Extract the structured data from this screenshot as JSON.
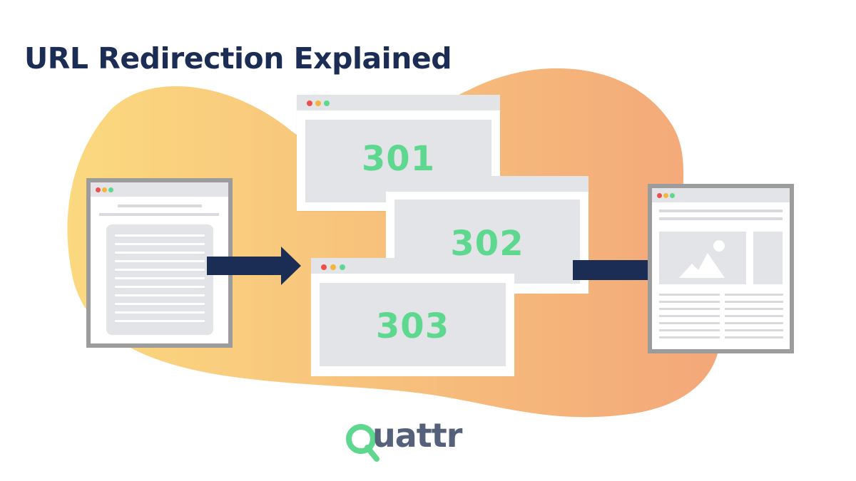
{
  "title": "URL Redirection Explained",
  "redirect_codes": [
    "301",
    "302",
    "303"
  ],
  "brand": {
    "name_rest": "uattr"
  },
  "colors": {
    "title": "#1b2d55",
    "code_green": "#5ed88e",
    "arrow": "#1b2d55",
    "window_frame": "#9c9c9c",
    "window_panel": "#e3e4e8",
    "line": "#d9dade",
    "dot_red": "#ef4e4e",
    "dot_yellow": "#f5b53c",
    "dot_green": "#5ed88e",
    "logo_green": "#5ed88e",
    "logo_gray": "#55617a",
    "blob_left": "#fbd97f",
    "blob_right": "#f3a779"
  }
}
